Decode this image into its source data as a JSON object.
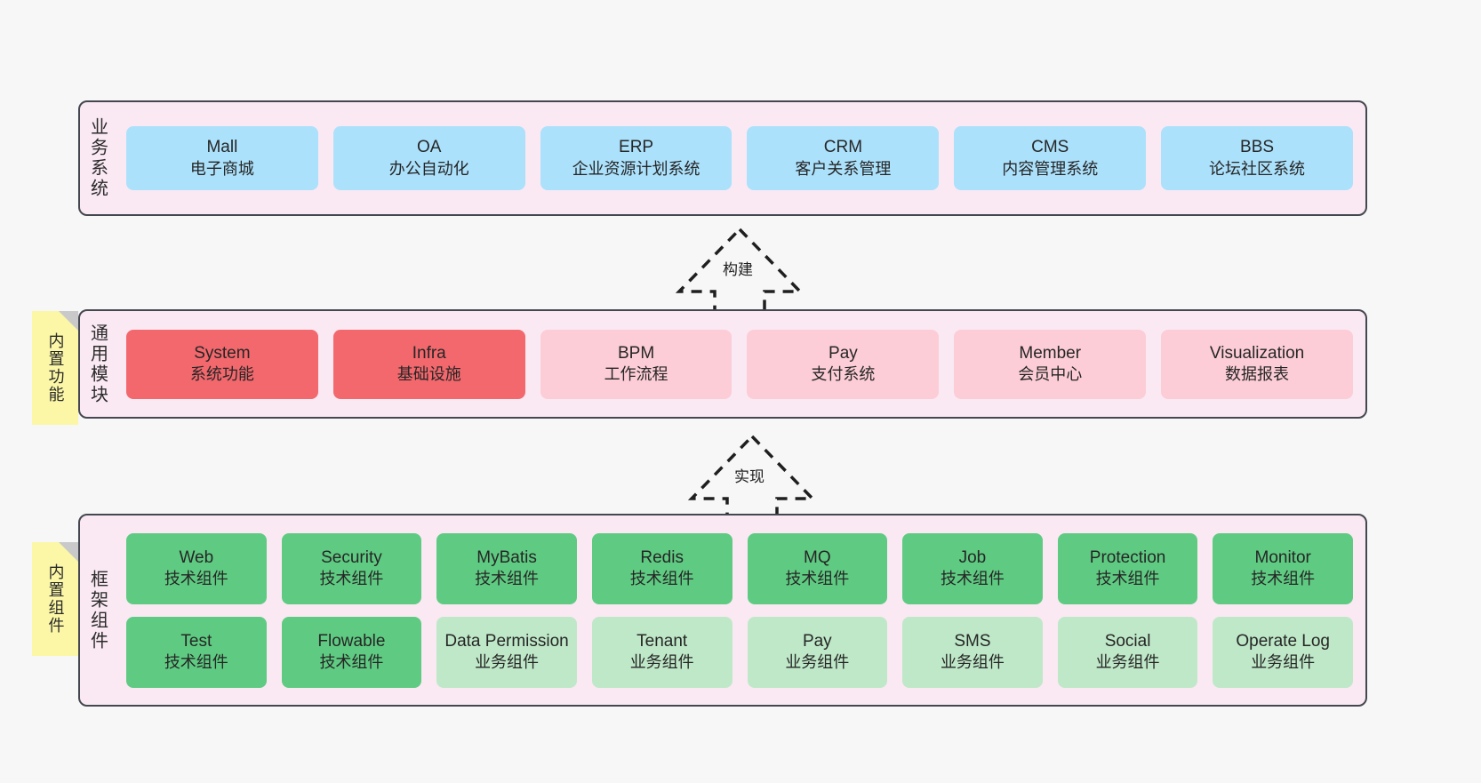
{
  "canvas": {
    "background": "#f7f7f7"
  },
  "palette": {
    "panel_fill": "#fae9f3",
    "panel_border": "#44474f",
    "blue": "#ace1fc",
    "red": "#f2686d",
    "pink": "#fccdd6",
    "green": "#5fcb82",
    "green_light": "#bfe8c8",
    "sticky_yellow": "#fbf7a6",
    "sticky_fold": "#c9c9c9"
  },
  "stickies": [
    {
      "name": "built-in-features",
      "label": "内置功能"
    },
    {
      "name": "built-in-components",
      "label": "内置组件"
    }
  ],
  "connectors": [
    {
      "name": "build",
      "label": "构建",
      "style": "dashed-hollow-triangle",
      "direction": "up"
    },
    {
      "name": "implement",
      "label": "实现",
      "style": "dashed-hollow-triangle",
      "direction": "up"
    }
  ],
  "layers": [
    {
      "name": "business-system",
      "title": "业务系统",
      "rows": [
        [
          {
            "en": "Mall",
            "cn": "电子商城",
            "color": "blue"
          },
          {
            "en": "OA",
            "cn": "办公自动化",
            "color": "blue"
          },
          {
            "en": "ERP",
            "cn": "企业资源计划系统",
            "color": "blue"
          },
          {
            "en": "CRM",
            "cn": "客户关系管理",
            "color": "blue"
          },
          {
            "en": "CMS",
            "cn": "内容管理系统",
            "color": "blue"
          },
          {
            "en": "BBS",
            "cn": "论坛社区系统",
            "color": "blue"
          }
        ]
      ]
    },
    {
      "name": "common-module",
      "title": "通用模块",
      "rows": [
        [
          {
            "en": "System",
            "cn": "系统功能",
            "color": "red"
          },
          {
            "en": "Infra",
            "cn": "基础设施",
            "color": "red"
          },
          {
            "en": "BPM",
            "cn": "工作流程",
            "color": "pink"
          },
          {
            "en": "Pay",
            "cn": "支付系统",
            "color": "pink"
          },
          {
            "en": "Member",
            "cn": "会员中心",
            "color": "pink"
          },
          {
            "en": "Visualization",
            "cn": "数据报表",
            "color": "pink"
          }
        ]
      ]
    },
    {
      "name": "framework-component",
      "title": "框架组件",
      "rows": [
        [
          {
            "en": "Web",
            "cn": "技术组件",
            "color": "green"
          },
          {
            "en": "Security",
            "cn": "技术组件",
            "color": "green"
          },
          {
            "en": "MyBatis",
            "cn": "技术组件",
            "color": "green"
          },
          {
            "en": "Redis",
            "cn": "技术组件",
            "color": "green"
          },
          {
            "en": "MQ",
            "cn": "技术组件",
            "color": "green"
          },
          {
            "en": "Job",
            "cn": "技术组件",
            "color": "green"
          },
          {
            "en": "Protection",
            "cn": "技术组件",
            "color": "green"
          },
          {
            "en": "Monitor",
            "cn": "技术组件",
            "color": "green"
          }
        ],
        [
          {
            "en": "Test",
            "cn": "技术组件",
            "color": "green"
          },
          {
            "en": "Flowable",
            "cn": "技术组件",
            "color": "green"
          },
          {
            "en": "Data Permission",
            "cn": "业务组件",
            "color": "green_light"
          },
          {
            "en": "Tenant",
            "cn": "业务组件",
            "color": "green_light"
          },
          {
            "en": "Pay",
            "cn": "业务组件",
            "color": "green_light"
          },
          {
            "en": "SMS",
            "cn": "业务组件",
            "color": "green_light"
          },
          {
            "en": "Social",
            "cn": "业务组件",
            "color": "green_light"
          },
          {
            "en": "Operate Log",
            "cn": "业务组件",
            "color": "green_light"
          }
        ]
      ]
    }
  ]
}
